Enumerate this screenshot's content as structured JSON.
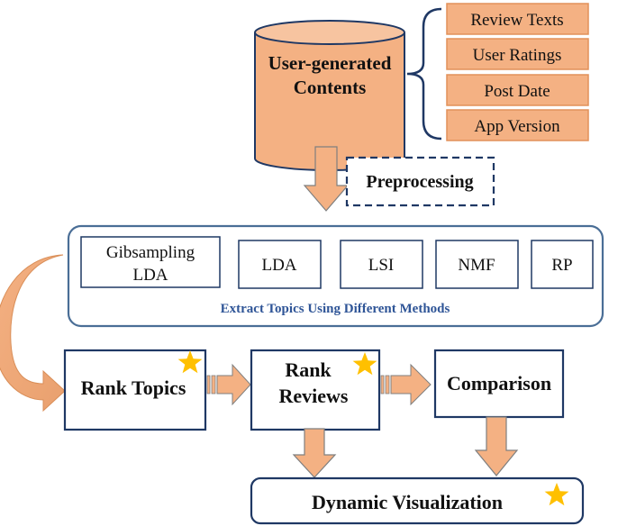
{
  "source": {
    "label_line1": "User-generated",
    "label_line2": "Contents",
    "attributes": [
      "Review Texts",
      "User Ratings",
      "Post Date",
      "App Version"
    ]
  },
  "preprocessing": {
    "label": "Preprocessing"
  },
  "methods_panel": {
    "methods": [
      {
        "line1": "Gibsampling",
        "line2": "LDA"
      },
      {
        "line1": "LDA"
      },
      {
        "line1": "LSI"
      },
      {
        "line1": "NMF"
      },
      {
        "line1": "RP"
      }
    ],
    "caption": "Extract Topics Using Different Methods"
  },
  "steps": {
    "rank_topics": {
      "label": "Rank Topics",
      "starred": true
    },
    "rank_reviews": {
      "line1": "Rank",
      "line2": "Reviews",
      "starred": true
    },
    "comparison": {
      "label": "Comparison",
      "starred": false
    }
  },
  "output": {
    "label": "Dynamic Visualization",
    "starred": true
  },
  "colors": {
    "fill_orange": "#f4b183",
    "stroke_navy": "#1f3864",
    "panel_stroke": "#4a6e96",
    "caption_blue": "#2f5597",
    "star_gold": "#ffc000"
  }
}
